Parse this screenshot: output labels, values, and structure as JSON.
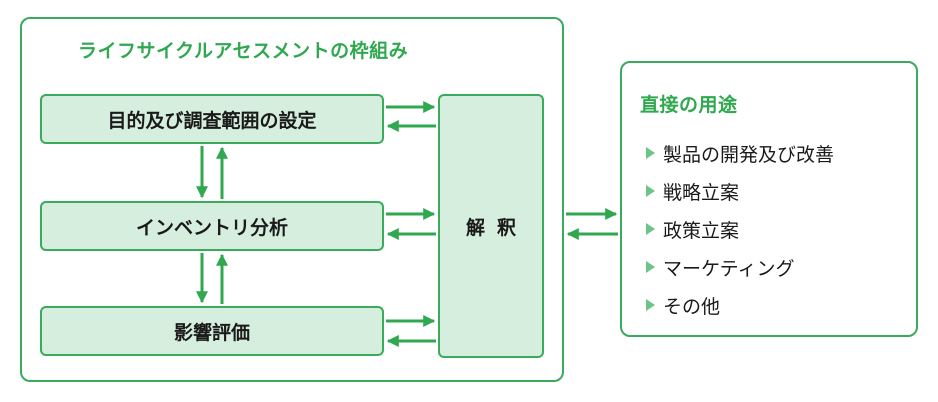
{
  "lca": {
    "title": "ライフサイクルアセスメントの枠組み",
    "goal_box": "目的及び調査範囲の設定",
    "inventory_box": "インベントリ分析",
    "impact_box": "影響評価",
    "interpret_box": "解釈"
  },
  "uses": {
    "title": "直接の用途",
    "items": [
      "製品の開発及び改善",
      "戦略立案",
      "政策立案",
      "マーケティング",
      "その他"
    ]
  },
  "colors": {
    "accent": "#3aaa5c",
    "box_fill": "#d6eedd",
    "bullet": "#6cc486"
  }
}
